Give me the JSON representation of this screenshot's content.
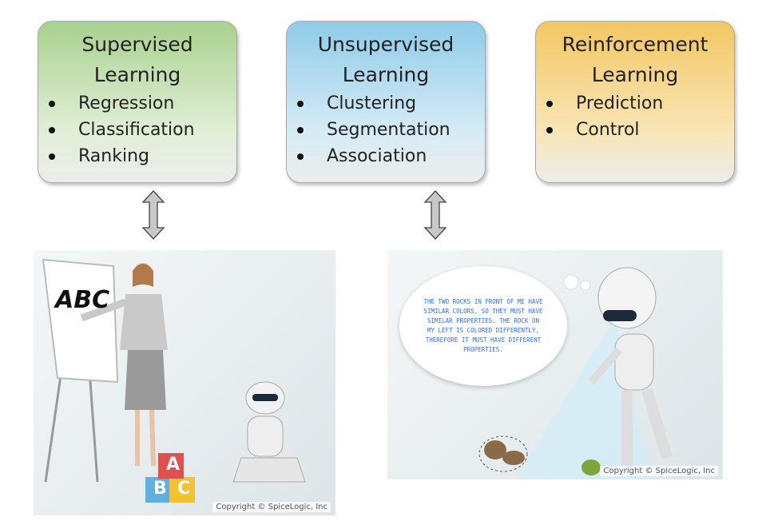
{
  "boxes": [
    {
      "title": "Supervised Learning",
      "items": [
        "Regression",
        "Classification",
        "Ranking"
      ]
    },
    {
      "title": "Unsupervised Learning",
      "items": [
        "Clustering",
        "Segmentation",
        "Association"
      ]
    },
    {
      "title": "Reinforcement Learning",
      "items": [
        "Prediction",
        "Control"
      ]
    }
  ],
  "left_image": {
    "board_text": "ABC",
    "blocks": [
      "A",
      "B",
      "C"
    ],
    "copyright": "Copyright © SpiceLogic, Inc"
  },
  "right_image": {
    "thought": "THE TWO ROCKS IN FRONT OF ME HAVE SIMILAR COLORS, SO THEY MUST HAVE SIMILAR PROPERTIES. THE ROCK ON MY LEFT IS COLORED DIFFERENTLY, THEREFORE IT MUST HAVE DIFFERENT PROPERTIES.",
    "copyright": "Copyright © SpiceLogic, Inc"
  }
}
